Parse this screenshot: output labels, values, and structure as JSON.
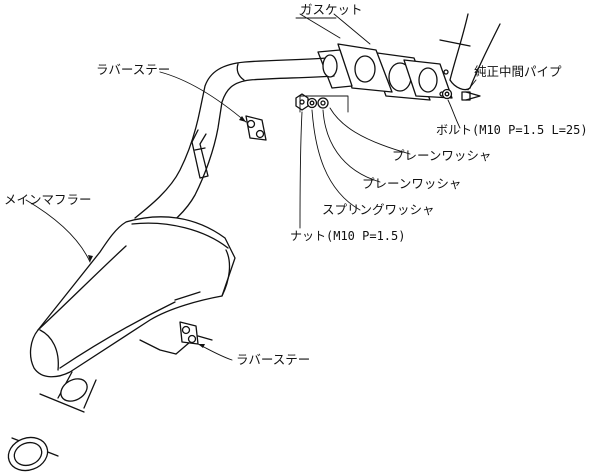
{
  "labels": {
    "gasket": "ガスケット",
    "oem_mid_pipe": "純正中間パイプ",
    "rubber_stay_top": "ラバーステー",
    "bolt": "ボルト(M10 P=1.5 L=25)",
    "plain_washer_1": "プレーンワッシャ",
    "plain_washer_2": "プレーンワッシャ",
    "spring_washer": "スプリングワッシャ",
    "nut": "ナット(M10 P=1.5)",
    "main_muffler": "メインマフラー",
    "rubber_stay_bottom": "ラバーステー"
  }
}
